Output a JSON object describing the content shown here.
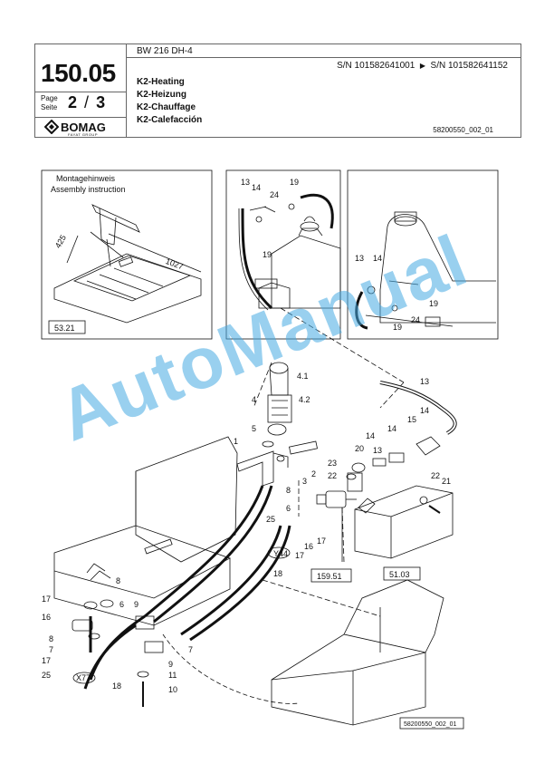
{
  "header": {
    "model": "BW 216 DH-4",
    "serial_from": "S/N 101582641001",
    "serial_arrow": "▶",
    "serial_to": "S/N 101582641152",
    "section_number": "150.05",
    "page_label_1": "Page",
    "page_label_2": "Seite",
    "page_current": "2",
    "page_sep": "/",
    "page_total": "3",
    "titles": [
      "K2-Heating",
      "K2-Heizung",
      "K2-Chauffage",
      "K2-Calefacción"
    ],
    "logo_text": "BOMAG",
    "logo_sub": "FAYAT GROUP",
    "doc_number": "58200550_002_01"
  },
  "inset": {
    "title_de": "Montagehinweis",
    "title_en": "Assembly instruction",
    "dim_a": "425",
    "dim_b": "1027",
    "ref": "53.21"
  },
  "callouts": {
    "c1": "1",
    "c2": "2",
    "c3": "3",
    "c4": "4",
    "c4_1": "4.1",
    "c4_2": "4.2",
    "c5": "5",
    "c6": "6",
    "c7": "7",
    "c8": "8",
    "c9": "9",
    "c10": "10",
    "c11": "11",
    "c13": "13",
    "c14": "14",
    "c15": "15",
    "c16": "16",
    "c17": "17",
    "c18": "18",
    "c19": "19",
    "c20": "20",
    "c21": "21",
    "c22": "22",
    "c23": "23",
    "c24": "24",
    "c25": "25",
    "x77": "X77",
    "y44": "Y44",
    "ref_159_51": "159.51",
    "ref_51_03": "51.03"
  },
  "footer_doc_number": "58200550_002_01",
  "watermark": "AutoManual",
  "colors": {
    "watermark": "#46aae1",
    "line": "#111111",
    "frame": "#666666"
  }
}
